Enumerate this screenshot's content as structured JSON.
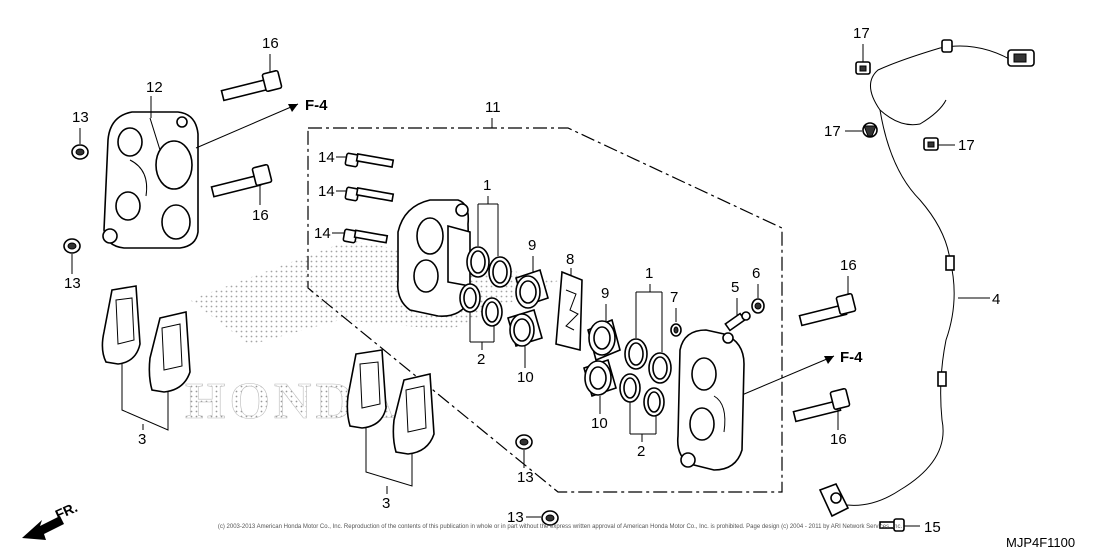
{
  "diagram": {
    "labels": {
      "p16a": "16",
      "p16b": "16",
      "p16c": "16",
      "p16d": "16",
      "p12": "12",
      "p13a": "13",
      "p13b": "13",
      "p13c": "13",
      "p13d": "13",
      "p11": "11",
      "p14a": "14",
      "p14b": "14",
      "p14c": "14",
      "p1a": "1",
      "p1b": "1",
      "p2a": "2",
      "p2b": "2",
      "p9a": "9",
      "p9b": "9",
      "p10a": "10",
      "p10b": "10",
      "p8": "8",
      "p7": "7",
      "p5": "5",
      "p6": "6",
      "p3a": "3",
      "p3b": "3",
      "p4": "4",
      "p15": "15",
      "p17a": "17",
      "p17b": "17",
      "p17c": "17"
    },
    "refs": {
      "f4a": "F-4",
      "f4b": "F-4"
    },
    "direction": "FR.",
    "watermark": "HONDA",
    "copyright": "(c) 2003-2013 American Honda Motor Co., Inc. Reproduction of the contents of this publication in whole or in part without the express written approval of American Honda Motor Co., Inc. is prohibited. Page design (c) 2004 - 2011 by ARI Network Services, Inc.",
    "code": "MJP4F1100"
  }
}
